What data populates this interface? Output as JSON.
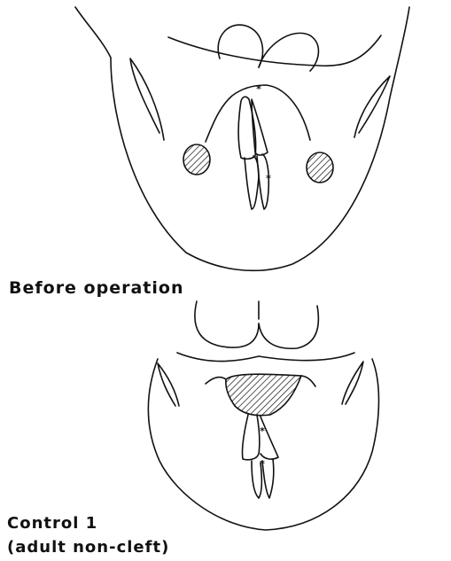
{
  "labels": {
    "before_operation": "Before operation",
    "control_title": "Control 1",
    "control_subtitle": "(adult non-cleft)"
  },
  "markers": {
    "asterisk": "*"
  },
  "style": {
    "line_color": "#111111",
    "background": "#ffffff"
  }
}
